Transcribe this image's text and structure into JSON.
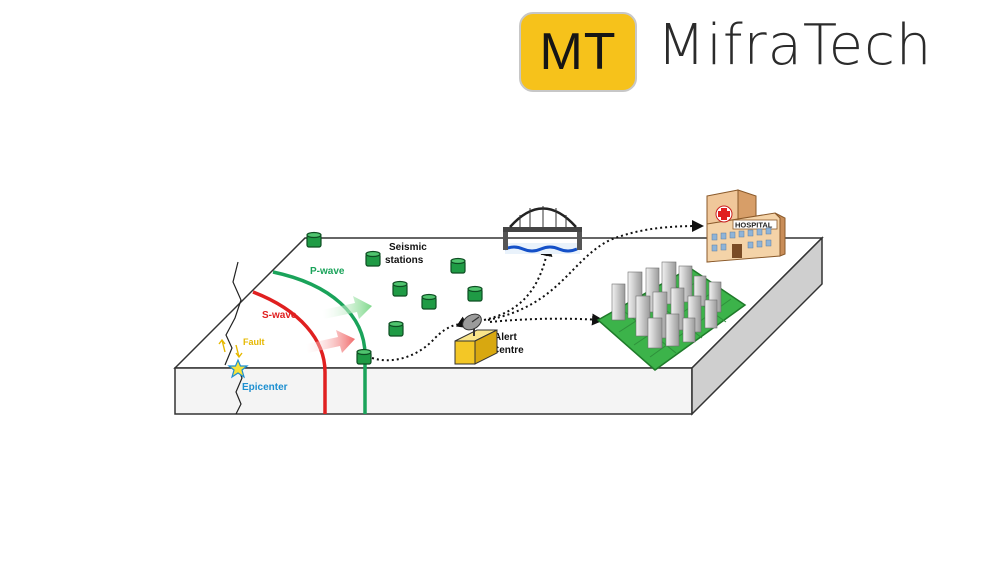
{
  "logo": {
    "badge_text": "MT",
    "name": "MifraTech",
    "badge_color": "#f6c21b"
  },
  "diagram": {
    "labels": {
      "seismic_stations": [
        "Seismic",
        "stations"
      ],
      "p_wave": "P-wave",
      "s_wave": "S-wave",
      "fault": "Fault",
      "epicenter": "Epicenter",
      "alert_centre": [
        "Alert",
        "Centre"
      ],
      "hospital": "HOSPITAL"
    },
    "colors": {
      "p_wave": "#1aa35a",
      "s_wave": "#e02020",
      "fault": "#e6b800",
      "epicenter": "#1d8fd0",
      "station": "#1f9b45",
      "city_ground": "#3cb34a",
      "water": "#1450c8"
    },
    "icons": [
      "seismic-station-icon",
      "satellite-dish-icon",
      "bridge-icon",
      "hospital-icon",
      "city-icon",
      "epicenter-star-icon"
    ]
  }
}
